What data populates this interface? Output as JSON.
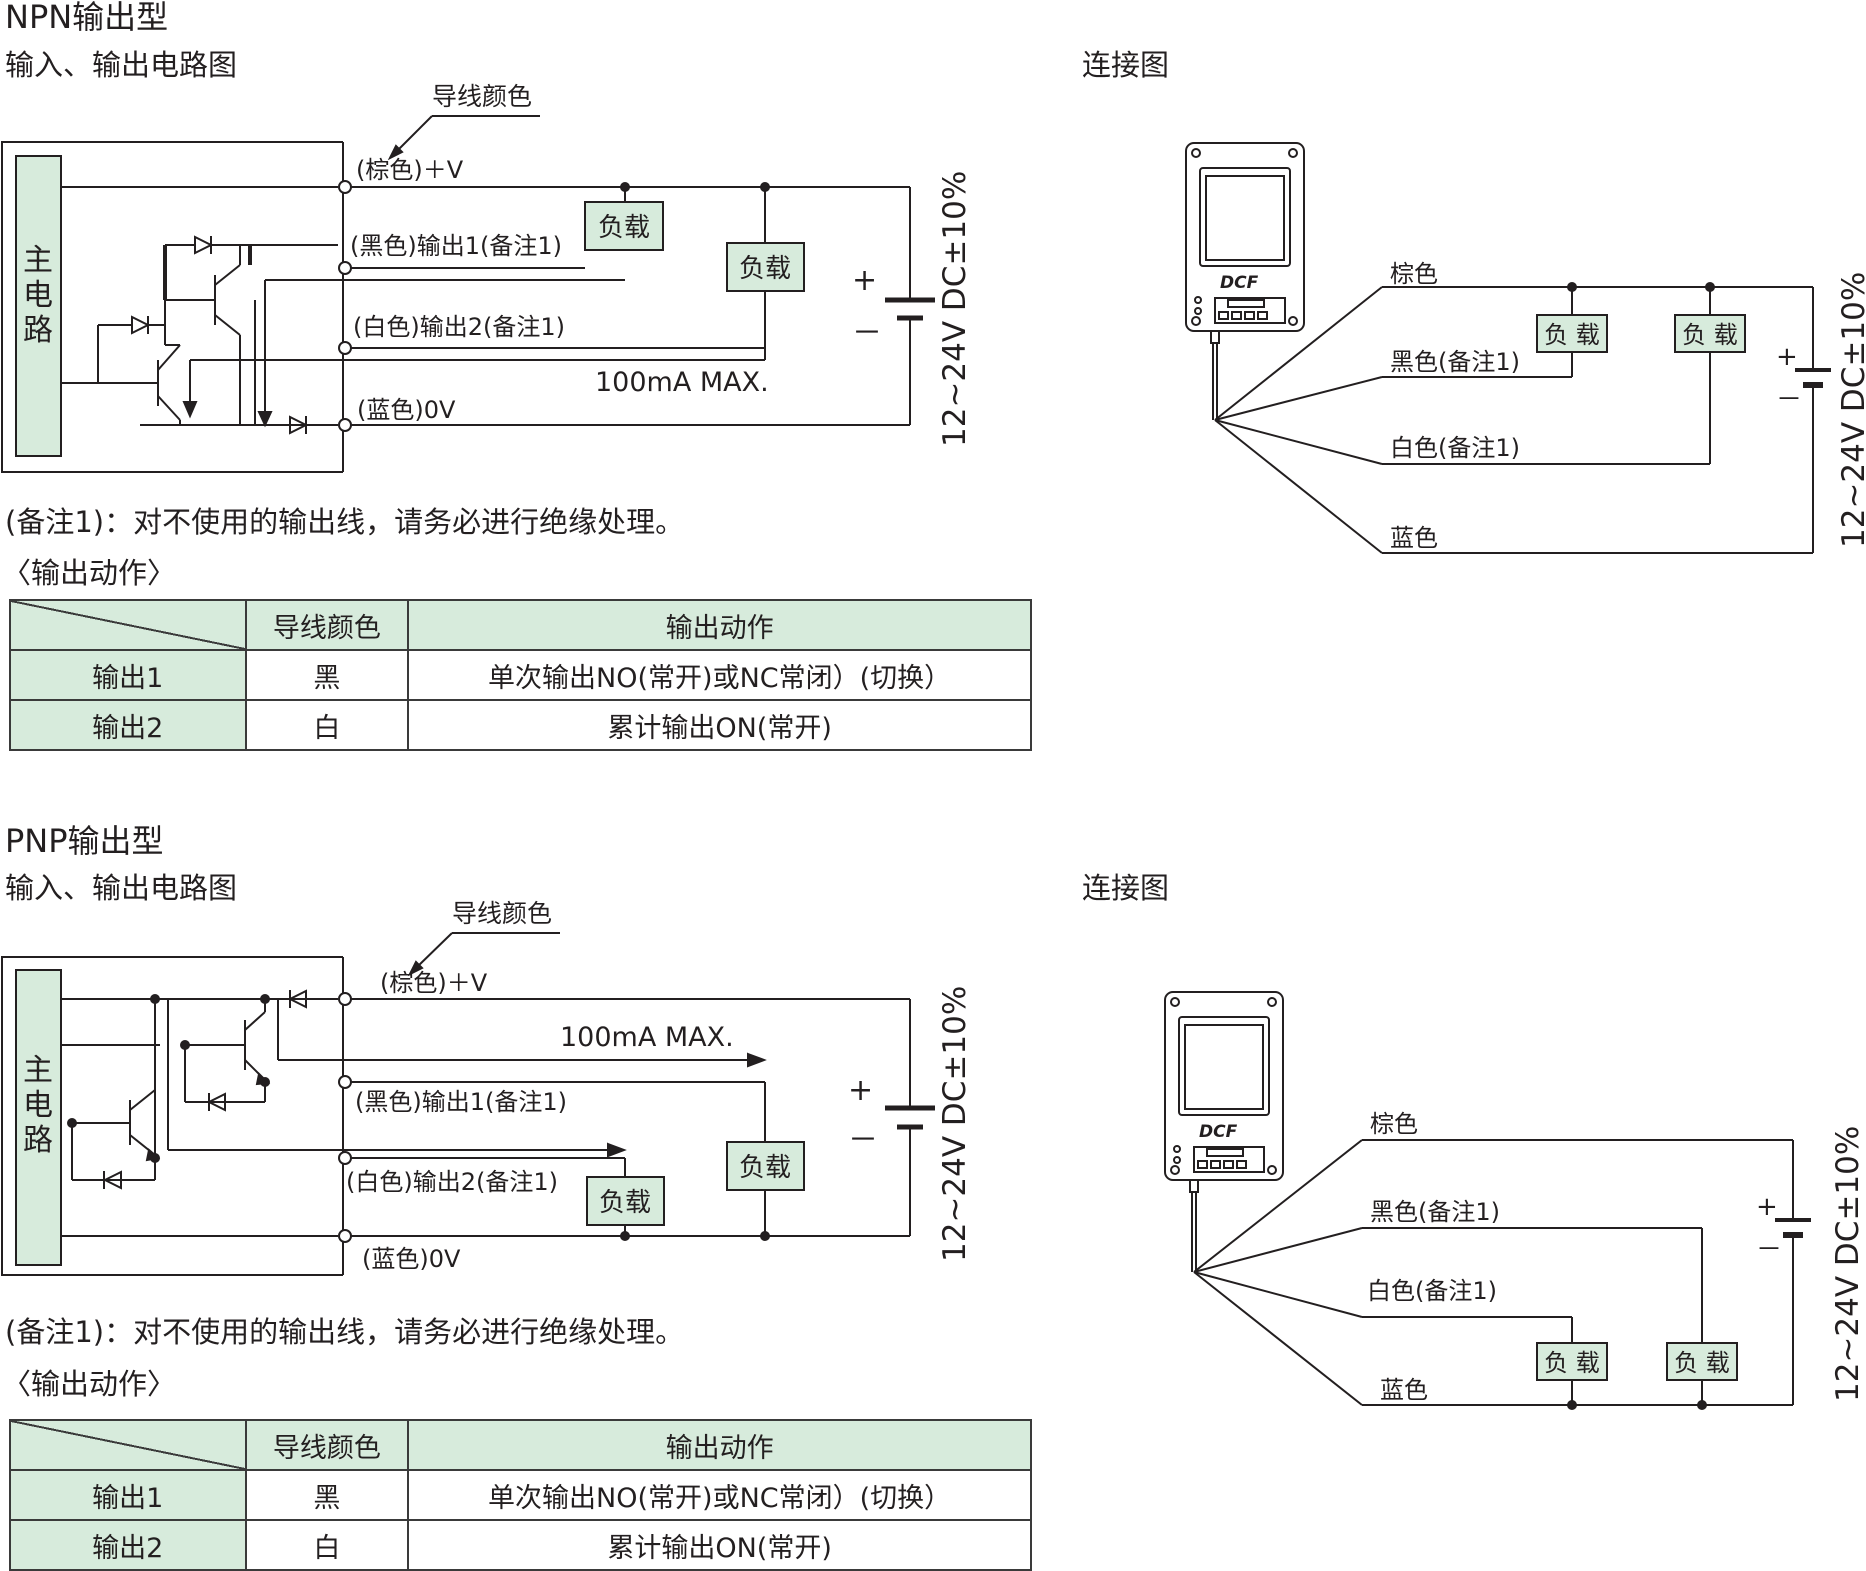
{
  "npn": {
    "title": "NPN输出型",
    "circuit_title": "输入、输出电路图",
    "connection_title": "连接图",
    "wire_color_label": "导线颜色",
    "main_circuit": [
      "主",
      "电",
      "路"
    ],
    "terminals": [
      "(棕色)＋V",
      "(黑色)输出1(备注1)",
      "(白色)输出2(备注1)",
      "(蓝色)0V"
    ],
    "load": "负载",
    "current": "100mA  MAX.",
    "plus": "+",
    "minus": "－",
    "supply": "12~24V DC±10%",
    "note": "(备注1)：对不使用的输出线，请务必进行绝缘处理。",
    "action_title": "〈输出动作〉",
    "brand": "DCF",
    "wiring_labels": [
      "棕色",
      "黑色(备注1)",
      "白色(备注1)",
      "蓝色"
    ],
    "wiring_load": "负 载"
  },
  "pnp": {
    "title": "PNP输出型",
    "circuit_title": "输入、输出电路图",
    "connection_title": "连接图",
    "wire_color_label": "导线颜色",
    "main_circuit": [
      "主",
      "电",
      "路"
    ],
    "terminals": [
      "(棕色)＋V",
      "(黑色)输出1(备注1)",
      "(白色)输出2(备注1)",
      "(蓝色)0V"
    ],
    "load": "负载",
    "current": "100mA  MAX.",
    "plus": "+",
    "minus": "－",
    "supply": "12~24V DC±10%",
    "note": "(备注1)：对不使用的输出线，请务必进行绝缘处理。",
    "action_title": "〈输出动作〉",
    "brand": "DCF",
    "wiring_labels": [
      "棕色",
      "黑色(备注1)",
      "白色(备注1)",
      "蓝色"
    ],
    "wiring_load": "负 载"
  },
  "table": {
    "headers": [
      "",
      "导线颜色",
      "输出动作"
    ],
    "rows": [
      [
        "输出1",
        "黑",
        "单次输出NO(常开)或NC常闭）(切换）"
      ],
      [
        "输出2",
        "白",
        "累计输出ON(常开)"
      ]
    ]
  },
  "colors": {
    "fill": "#d7ebdc",
    "line": "#231f20"
  }
}
